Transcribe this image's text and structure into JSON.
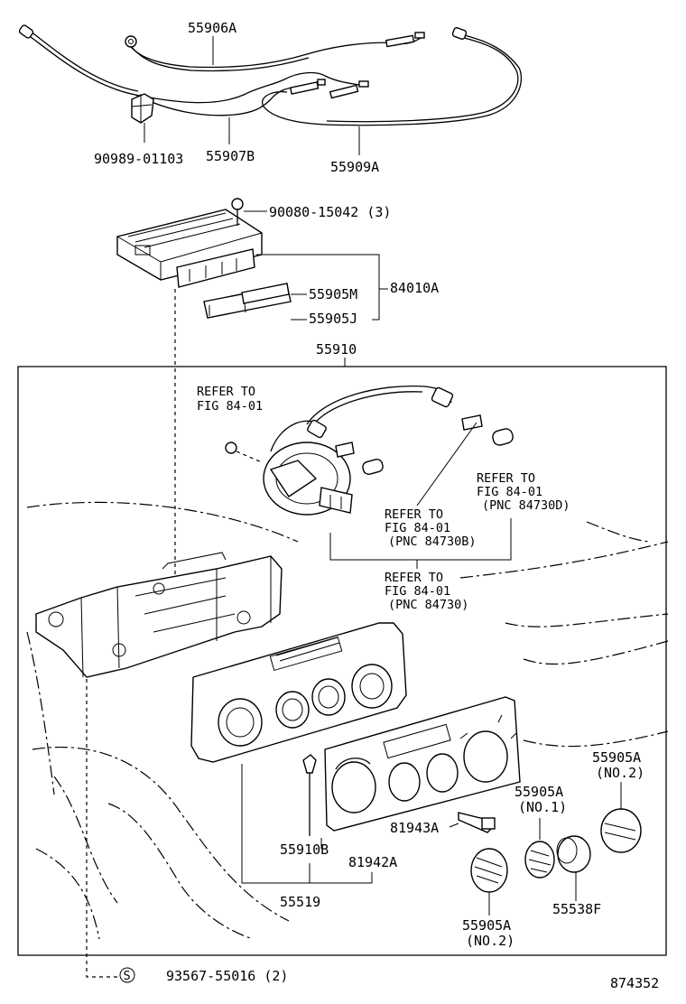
{
  "labels": {
    "p55906A": "55906A",
    "p55907B": "55907B",
    "p55909A": "55909A",
    "p90989": "90989-01103",
    "p90080": "90080-15042 (3)",
    "p84010A": "84010A",
    "p55905M": "55905M",
    "p55905J": "55905J",
    "p55910": "55910",
    "refer_fig_1": "REFER TO",
    "refer_fig_1b": "FIG 84-01",
    "refer_d_1": "REFER TO",
    "refer_d_2": "FIG 84-01",
    "refer_d_3": "(PNC 84730D)",
    "refer_b_1": "REFER TO",
    "refer_b_2": "FIG 84-01",
    "refer_b_3": "(PNC 84730B)",
    "refer_c_1": "REFER TO",
    "refer_c_2": "FIG 84-01",
    "refer_c_3": "(PNC 84730)",
    "p55905A_top": "55905A",
    "p55905A_top_no": "(NO.2)",
    "p55905A_mid": "55905A",
    "p55905A_mid_no": "(NO.1)",
    "p81943A": "81943A",
    "p55910B": "55910B",
    "p81942A": "81942A",
    "p55519": "55519",
    "p55538F": "55538F",
    "p55905A_bot": "55905A",
    "p55905A_bot_no": "(NO.2)",
    "s_symbol": "S",
    "p93567": "93567-55016 (2)",
    "diagram_no": "874352"
  }
}
